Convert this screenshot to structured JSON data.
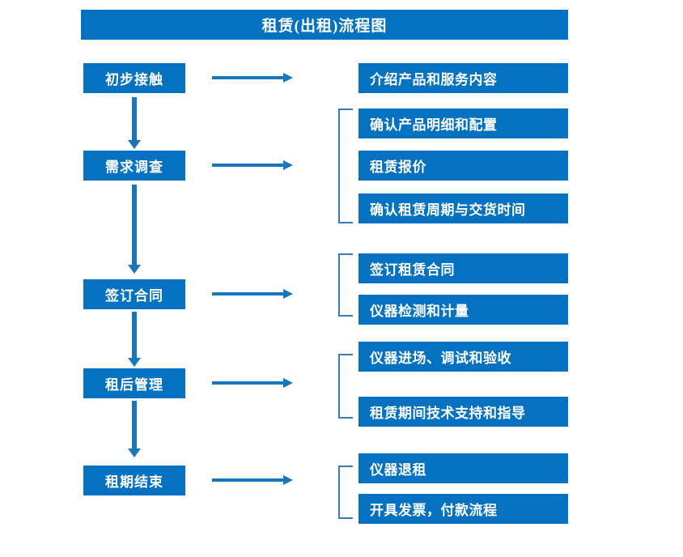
{
  "diagram": {
    "title": "租赁(出租)流程图",
    "colors": {
      "box_fill": "#0571c1",
      "box_text": "#ffffff",
      "arrow": "#1876bc",
      "bracket": "#3a7cb8",
      "background": "#ffffff"
    },
    "stages": [
      {
        "id": "stage-1",
        "label": "初步接触",
        "has_bracket": false,
        "details": [
          {
            "label": "介绍产品和服务内容"
          }
        ]
      },
      {
        "id": "stage-2",
        "label": "需求调查",
        "has_bracket": true,
        "details": [
          {
            "label": "确认产品明细和配置"
          },
          {
            "label": "租赁报价"
          },
          {
            "label": "确认租赁周期与交货时间"
          }
        ]
      },
      {
        "id": "stage-3",
        "label": "签订合同",
        "has_bracket": true,
        "details": [
          {
            "label": "签订租赁合同"
          },
          {
            "label": "仪器检测和计量"
          }
        ]
      },
      {
        "id": "stage-4",
        "label": "租后管理",
        "has_bracket": true,
        "details": [
          {
            "label": "仪器进场、调试和验收"
          },
          {
            "label": "租赁期间技术支持和指导"
          }
        ]
      },
      {
        "id": "stage-5",
        "label": "租期结束",
        "has_bracket": true,
        "details": [
          {
            "label": "仪器退租"
          },
          {
            "label": "开具发票，付款流程"
          }
        ]
      }
    ]
  }
}
